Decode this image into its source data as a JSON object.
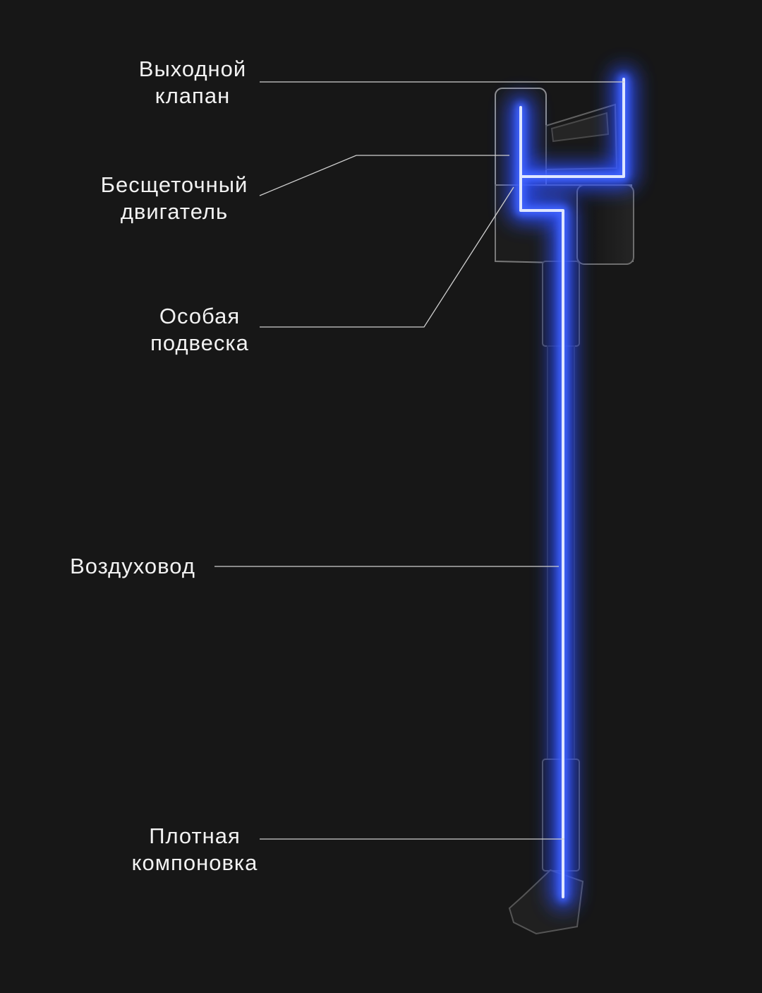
{
  "labels": {
    "exhaust_valve": {
      "line1": "Выходной",
      "line2": "клапан"
    },
    "brushless_motor": {
      "line1": "Бесщеточный",
      "line2": "двигатель"
    },
    "special_suspension": {
      "line1": "Особая",
      "line2": "подвеска"
    },
    "air_duct": {
      "line1": "Воздуховод"
    },
    "compact_layout": {
      "line1": "Плотная",
      "line2": "компоновка"
    }
  },
  "colors": {
    "background": "#171717",
    "airflow_glow": "#2b4dff",
    "airflow_core": "#dfe6ff",
    "leader_line": "#cfcfcf",
    "body_outline": "#b9b9b9"
  }
}
